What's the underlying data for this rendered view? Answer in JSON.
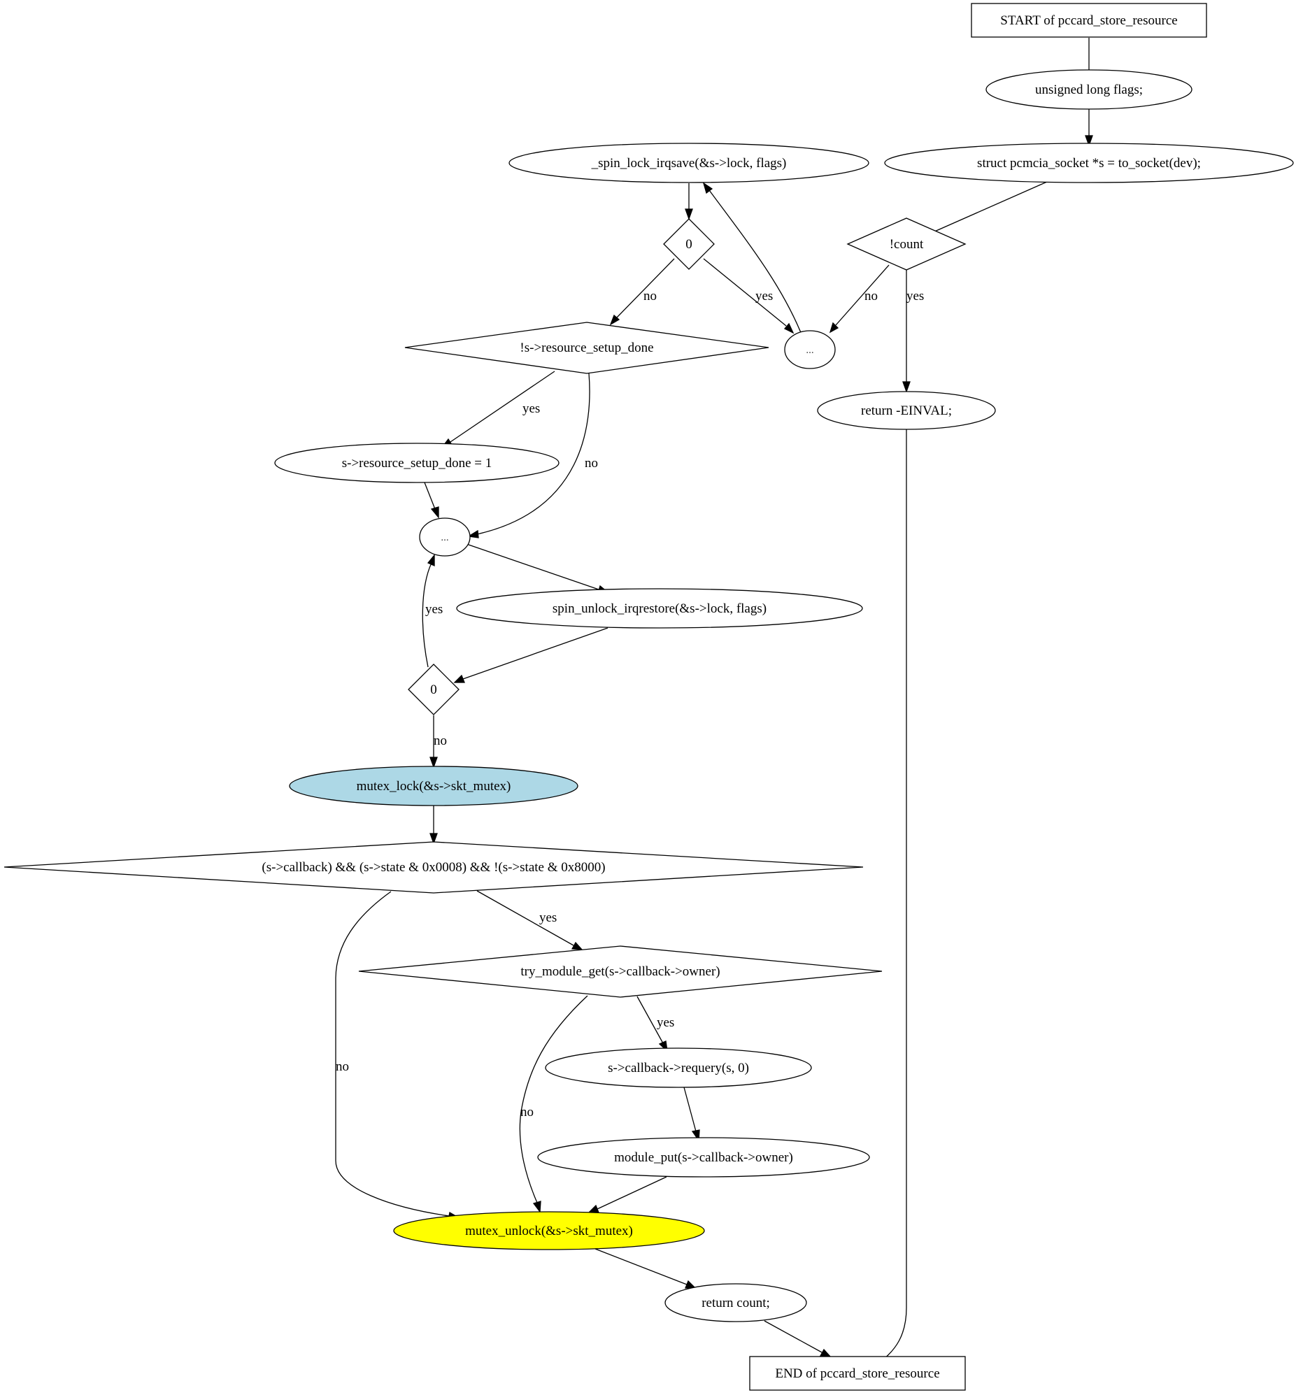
{
  "colors": {
    "background": "#ffffff",
    "stroke": "#000000",
    "mutex_lock_fill": "#add8e6",
    "mutex_unlock_fill": "#ffff00"
  },
  "nodes": {
    "start": "START of pccard_store_resource",
    "flags_decl": "unsigned long flags;",
    "socket_decl": "struct pcmcia_socket *s = to_socket(dev);",
    "spin_lock": "_spin_lock_irqsave(&s->lock, flags)",
    "cond_zero_1": "0",
    "cond_count": "!count",
    "ellipsis_1": "...",
    "cond_resource_setup": "!s->resource_setup_done",
    "return_einval": "return -EINVAL;",
    "set_resource_done": "s->resource_setup_done = 1",
    "ellipsis_2": "...",
    "spin_unlock": "spin_unlock_irqrestore(&s->lock, flags)",
    "cond_zero_2": "0",
    "mutex_lock": "mutex_lock(&s->skt_mutex)",
    "cond_callback_state": "(s->callback) && (s->state & 0x0008) && !(s->state & 0x8000)",
    "cond_try_module": "try_module_get(s->callback->owner)",
    "requery": "s->callback->requery(s, 0)",
    "module_put": "module_put(s->callback->owner)",
    "mutex_unlock": "mutex_unlock(&s->skt_mutex)",
    "return_count": "return count;",
    "end": "END of pccard_store_resource"
  },
  "edge_labels": {
    "zero1_no": "no",
    "zero1_yes": "yes",
    "count_no": "no",
    "count_yes": "yes",
    "resource_yes": "yes",
    "resource_no": "no",
    "zero2_yes": "yes",
    "zero2_no": "no",
    "callback_yes": "yes",
    "callback_no": "no",
    "try_module_yes": "yes",
    "try_module_no": "no"
  }
}
